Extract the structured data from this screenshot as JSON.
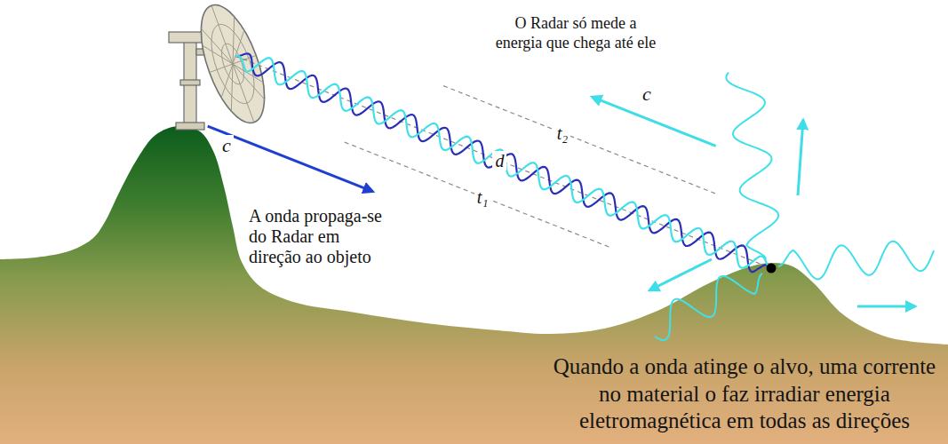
{
  "diagram": {
    "labels": [
      "O Radar só mede a energia que chega até ele",
      "c",
      "t₂",
      "d",
      "c",
      "t₁",
      "A onda propaga-se do Radar em direção ao objeto",
      "Quando a onda atinge o alvo, uma corrente no material o faz irradiar energia eletromagnética em todas as direções"
    ]
  }
}
